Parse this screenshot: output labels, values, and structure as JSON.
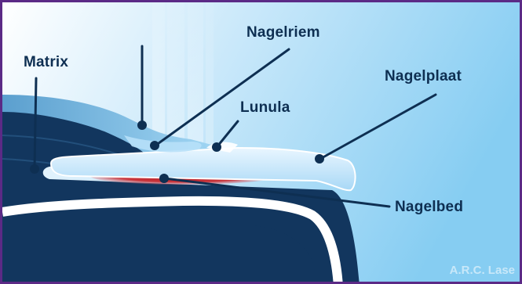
{
  "labels": {
    "matrix": "Matrix",
    "nagelriem": "Nagelriem",
    "lunula": "Lunula",
    "nagelplaat": "Nagelplaat",
    "nagelbed": "Nagelbed"
  },
  "watermark": "A.R.C. Lase",
  "colors": {
    "frame_border": "#5b2a86",
    "label_text": "#0e2f52",
    "finger_dark": "#12365e",
    "nail_plate": "#cfe9fb",
    "nail_bed_red": "#c8282a",
    "laser_beam": "#ffffff",
    "background_light": "#dff1fc",
    "background_blue": "#8fd0f3"
  }
}
